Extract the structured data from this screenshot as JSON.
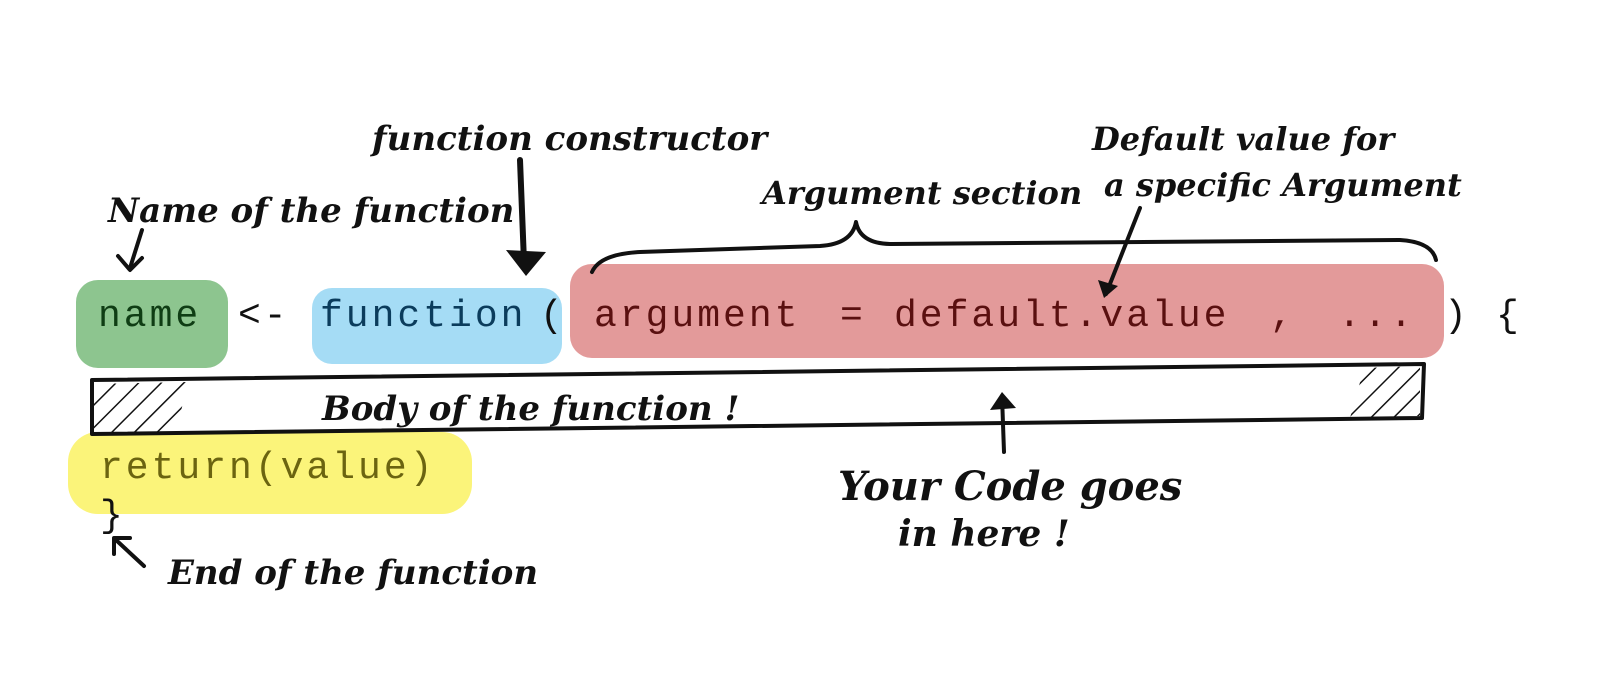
{
  "code": {
    "name": "name",
    "assign": "<-",
    "function_kw": "function",
    "open_paren": "(",
    "argument": "argument",
    "equals": "=",
    "default_value": "default.value",
    "comma": ",",
    "ellipsis": "...",
    "close_paren": ")",
    "open_brace": "{",
    "return_stmt": "return(value)",
    "close_brace": "}"
  },
  "annotations": {
    "function_constructor": "function constructor",
    "name_of_function": "Name of the function",
    "argument_section": "Argument section",
    "default_value_line1": "Default value for",
    "default_value_line2": "a specific Argument",
    "body_of_function": "Body of the function !",
    "your_code_line1": "Your Code goes",
    "your_code_line2": "in here !",
    "end_of_function": "End of the function"
  },
  "colors": {
    "name_highlight": "#8dc58f",
    "function_highlight": "#a5dcf5",
    "argument_highlight": "#e39a9a",
    "return_highlight": "#fbf47a",
    "name_text": "#0f3d14",
    "function_text": "#0b3c5c",
    "argument_text": "#5a1010",
    "return_text": "#6b6410"
  }
}
